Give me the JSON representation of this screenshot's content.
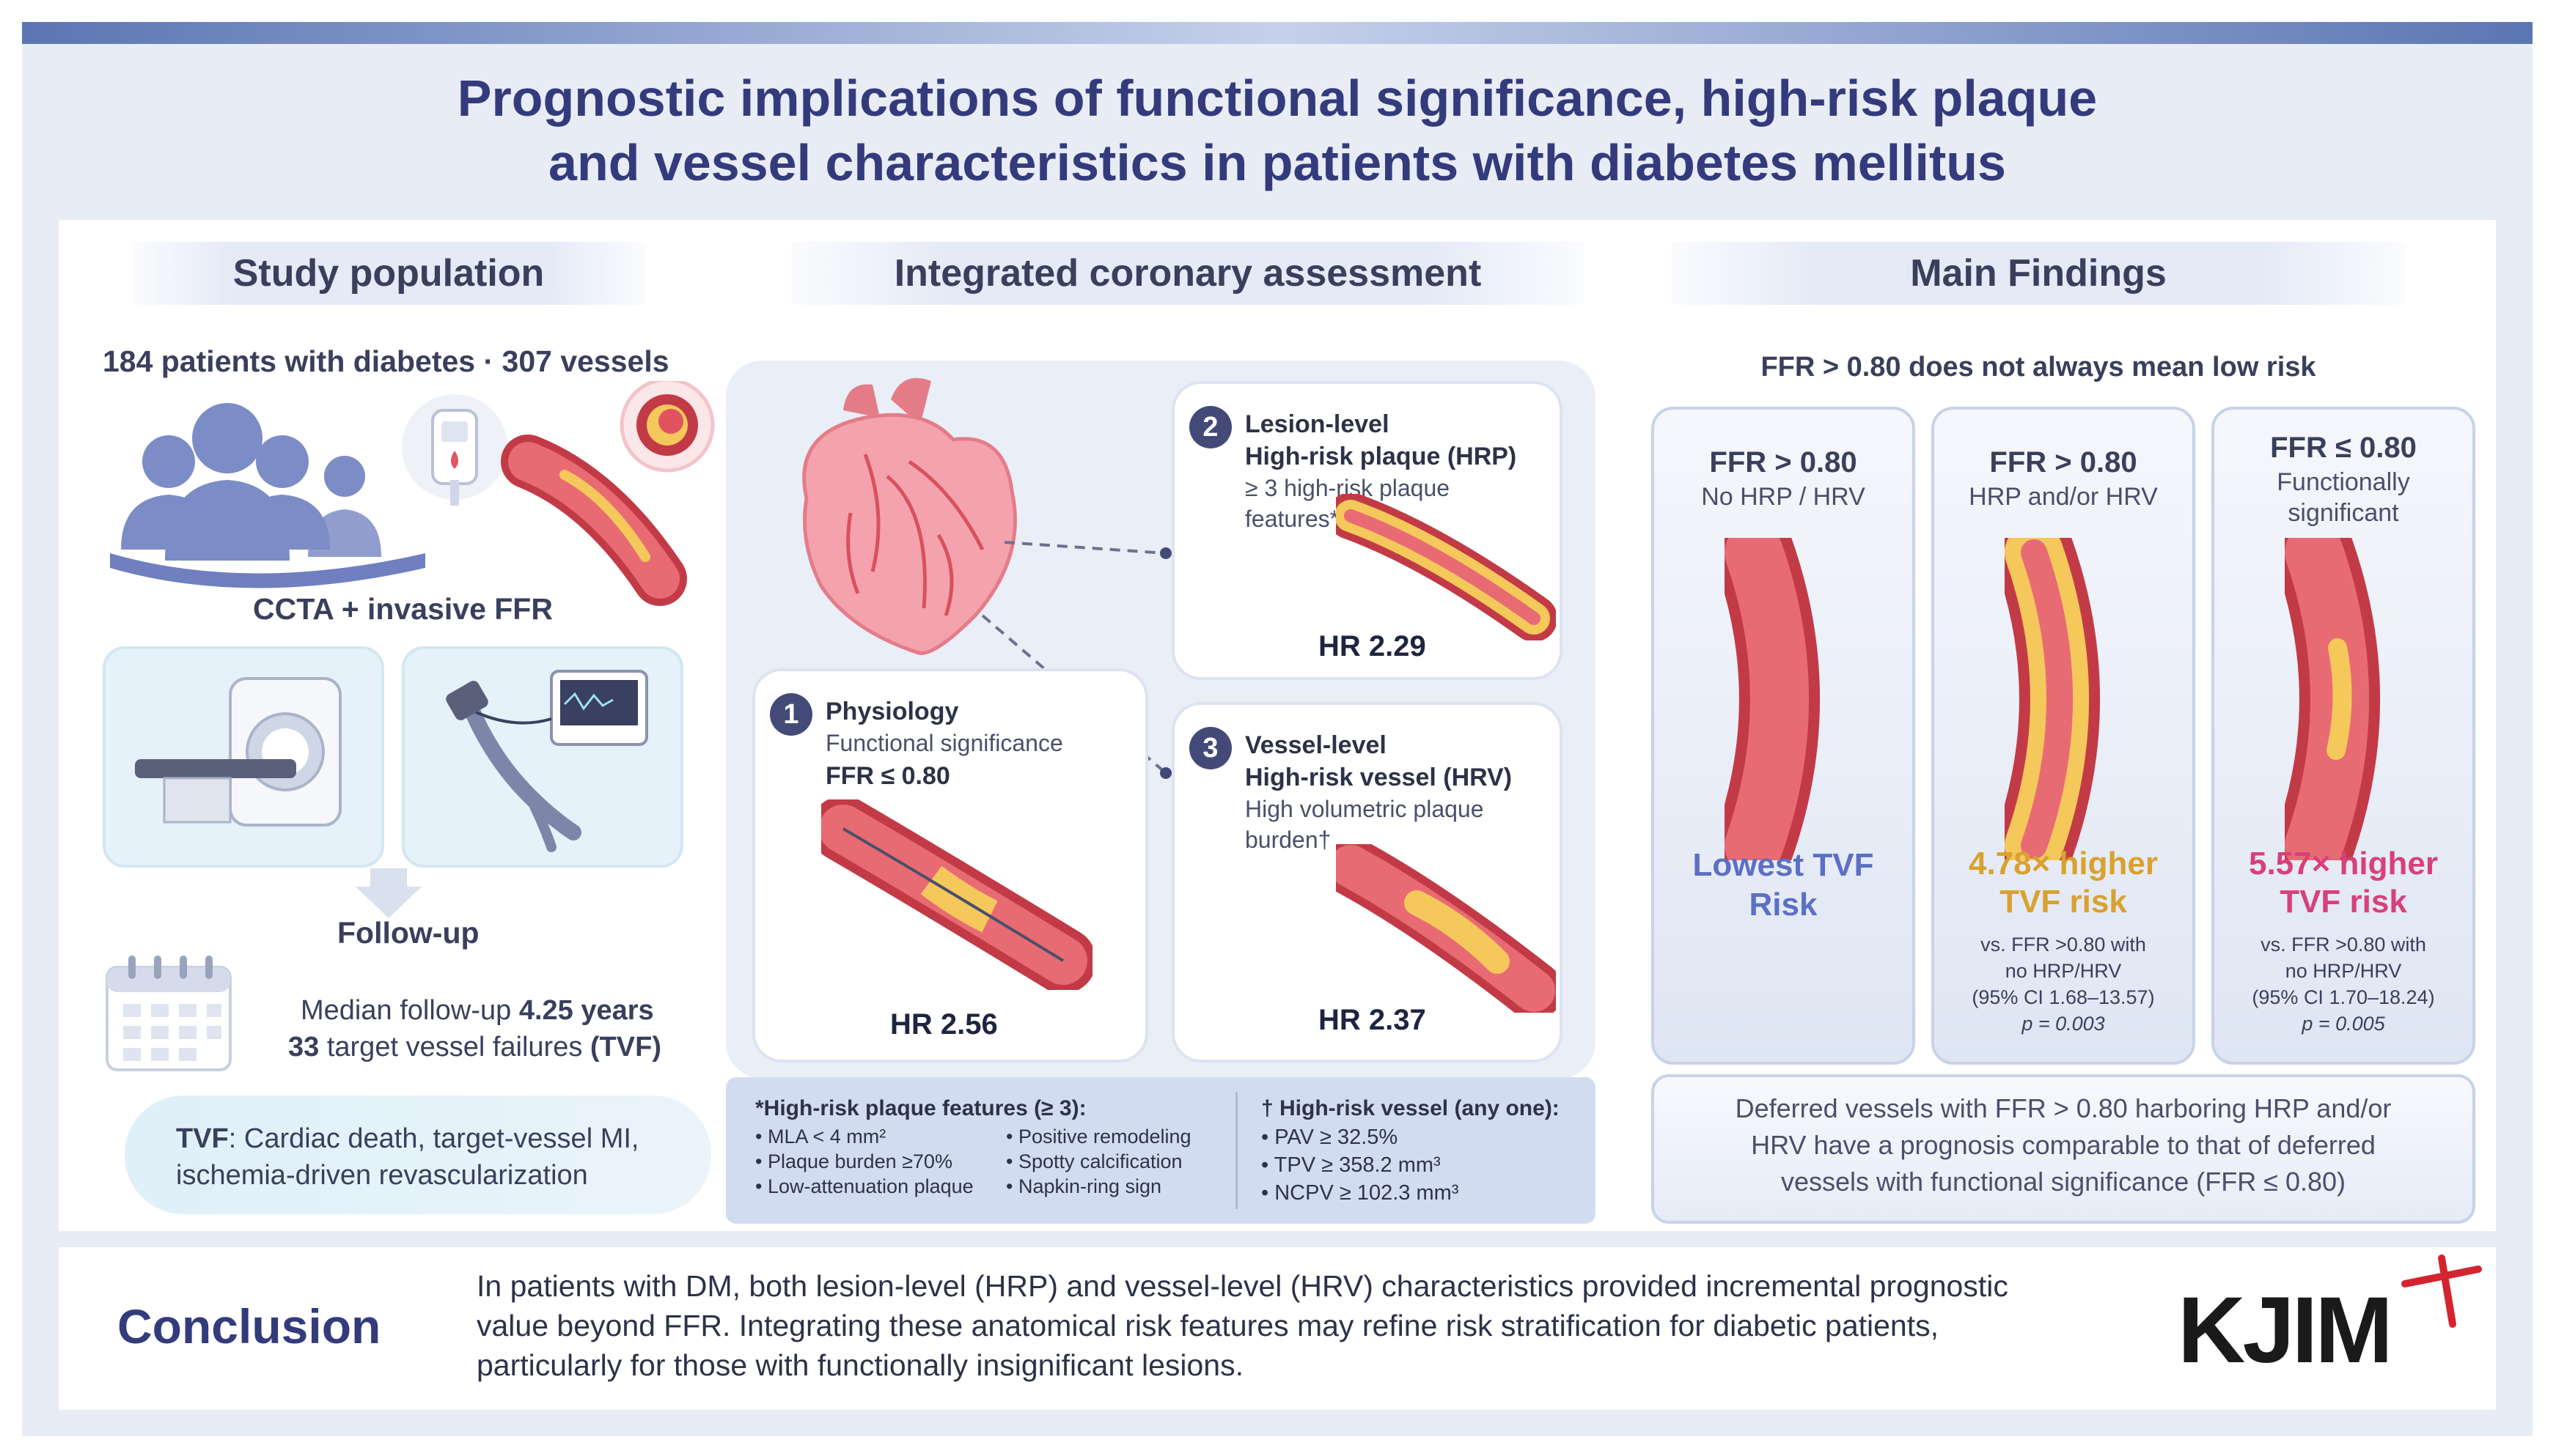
{
  "title": {
    "line1": "Prognostic implications of functional significance, high-risk plaque",
    "line2": "and vessel characteristics in patients with diabetes mellitus"
  },
  "study": {
    "heading": "Study population",
    "population": "184 patients with diabetes · 307 vessels",
    "method": "CCTA + invasive FFR",
    "followup_label": "Follow-up",
    "median_prefix": "Median follow-up ",
    "median_value": "4.25 years",
    "tvf_count": "33",
    "tvf_text": " target vessel failures ",
    "tvf_abbr": "(TVF)",
    "def_term": "TVF",
    "def_line1": ": Cardiac death, target-vessel MI,",
    "def_line2": "ischemia-driven revascularization"
  },
  "assessment": {
    "heading": "Integrated coronary assessment",
    "lesion": {
      "num": "2",
      "level": "Lesion-level",
      "name": "High-risk plaque (HRP)",
      "desc1": "≥ 3 high-risk plaque",
      "desc2": "features*",
      "hr": "HR 2.29"
    },
    "physiology": {
      "num": "1",
      "level": "Physiology",
      "desc": "Functional significance",
      "crit": "FFR ≤ 0.80",
      "hr": "HR 2.56"
    },
    "vessel": {
      "num": "3",
      "level": "Vessel-level",
      "name": "High-risk vessel (HRV)",
      "desc1": "High volumetric plaque",
      "desc2": "burden†",
      "hr": "HR 2.37"
    },
    "hrp_features": {
      "title": "*High-risk plaque features (≥ 3):",
      "col1": [
        "• MLA < 4 mm²",
        "• Plaque burden ≥70%",
        "• Low-attenuation plaque"
      ],
      "col2": [
        "• Positive remodeling",
        "• Spotty calcification",
        "• Napkin-ring sign"
      ]
    },
    "hrv_features": {
      "title": "† High-risk vessel (any one):",
      "items": [
        "• PAV ≥ 32.5%",
        "• TPV ≥ 358.2 mm³",
        "• NCPV ≥ 102.3 mm³"
      ]
    }
  },
  "findings": {
    "heading": "Main Findings",
    "subtitle": "FFR > 0.80 does not always mean low risk",
    "cards": [
      {
        "title": "FFR > 0.80",
        "sub1": "No HRP / HRV",
        "sub2": "",
        "big1": "Lowest TVF",
        "big2": "Risk",
        "color": "#5b6fc4",
        "note": []
      },
      {
        "title": "FFR > 0.80",
        "sub1": "HRP and/or HRV",
        "sub2": "",
        "big1": "4.78× higher",
        "big2": "TVF risk",
        "color": "#d9a12e",
        "note": [
          "vs. FFR >0.80 with",
          "no HRP/HRV",
          "(95% CI 1.68–13.57)",
          "p = 0.003"
        ]
      },
      {
        "title": "FFR ≤ 0.80",
        "sub1": "Functionally",
        "sub2": "significant",
        "big1": "5.57× higher",
        "big2": "TVF risk",
        "color": "#d8407a",
        "note": [
          "vs. FFR >0.80 with",
          "no HRP/HRV",
          "(95% CI 1.70–18.24)",
          "p = 0.005"
        ]
      }
    ],
    "summary": [
      "Deferred vessels with FFR > 0.80 harboring HRP and/or",
      "HRV have a prognosis comparable to that of deferred",
      "vessels with functional significance (FFR ≤ 0.80)"
    ]
  },
  "conclusion": {
    "label": "Conclusion",
    "lines": [
      "In patients with DM, both lesion-level (HRP) and vessel-level (HRV) characteristics provided incremental prognostic",
      "value beyond FFR. Integrating these anatomical risk features may refine risk stratification for diabetic patients,",
      "particularly for those with functionally insignificant lesions."
    ],
    "logo": "KJIM"
  },
  "colors": {
    "navy": "#343b7c",
    "vessel_red": "#e0535f",
    "plaque_yellow": "#f4c85a",
    "blue_people": "#7c8cc6"
  },
  "icons": [
    "people-icon",
    "glucose-meter-icon",
    "ct-scanner-icon",
    "ffr-wire-monitor-icon",
    "calendar-icon",
    "heart-icon",
    "artery-icon"
  ]
}
